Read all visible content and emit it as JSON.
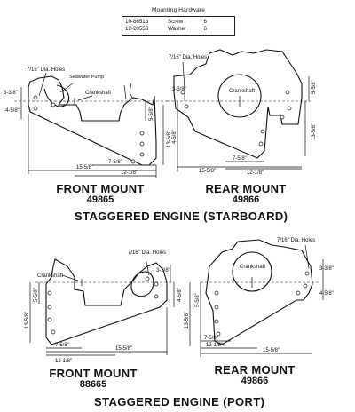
{
  "hardware": {
    "title": "Mounting Hardware",
    "rows": [
      {
        "part": "10-86518",
        "name": "Screw",
        "qty": "6"
      },
      {
        "part": "12-20553",
        "name": "Washer",
        "qty": "6"
      }
    ]
  },
  "starboard": {
    "heading": "STAGGERED ENGINE (STARBOARD)",
    "front": {
      "name": "FRONT MOUNT",
      "number": "49865",
      "hole_note": "7/16\" Dia. Holes",
      "pump_note": "Seawater Pump",
      "crank_note": "Crankshaft",
      "dims": [
        "3-3/8\"",
        "4-5/8\"",
        "5-5/8\"",
        "13-5/8\"",
        "7-5/8\"",
        "12-1/8\"",
        "15-5/8\""
      ]
    },
    "rear": {
      "name": "REAR MOUNT",
      "number": "49866",
      "hole_note": "7/16\" Dia. Holes",
      "crank_note": "Crankshaft",
      "dims": [
        "3-3/8\"",
        "4-5/8\"",
        "5-5/8\"",
        "13-5/8\"",
        "7-5/8\"",
        "12-1/8\"",
        "15-5/8\""
      ]
    }
  },
  "port": {
    "heading": "STAGGERED ENGINE (PORT)",
    "front": {
      "name": "FRONT MOUNT",
      "number": "88665",
      "hole_note": "7/16\" Dia. Holes",
      "crank_note": "Crankshaft",
      "dims": [
        "3-3/8\"",
        "4-5/8\"",
        "5-5/8\"",
        "13-5/8\"",
        "7-5/8\"",
        "12-1/8\"",
        "15-5/8\""
      ]
    },
    "rear": {
      "name": "REAR MOUNT",
      "number": "49866",
      "hole_note": "7/16\" Dia. Holes",
      "crank_note": "Crankshaft",
      "dims": [
        "3-3/8\"",
        "4-5/8\"",
        "5-5/8\"",
        "13-5/8\"",
        "7-5/8\"",
        "12-1/8\"",
        "15-5/8\""
      ]
    }
  }
}
